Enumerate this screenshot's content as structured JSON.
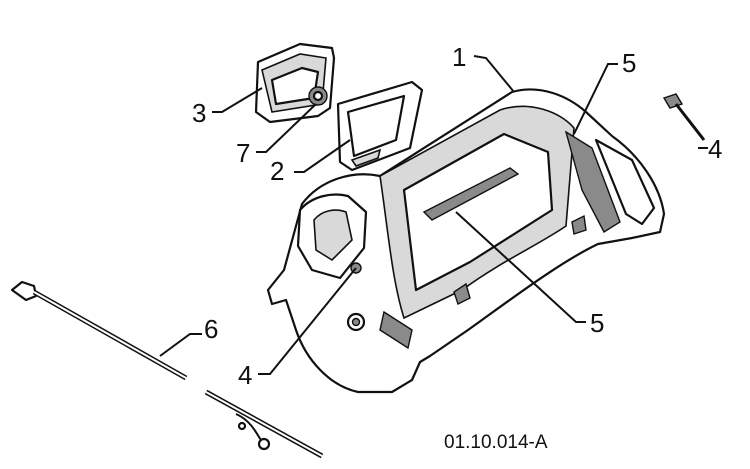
{
  "figure": {
    "reference_code": "01.10.014-A",
    "callouts": [
      {
        "id": "c1",
        "label": "1"
      },
      {
        "id": "c2",
        "label": "2"
      },
      {
        "id": "c3",
        "label": "3"
      },
      {
        "id": "c4a",
        "label": "4"
      },
      {
        "id": "c4b",
        "label": "4"
      },
      {
        "id": "c5a",
        "label": "5"
      },
      {
        "id": "c5b",
        "label": "5"
      },
      {
        "id": "c6",
        "label": "6"
      },
      {
        "id": "c7",
        "label": "7"
      }
    ]
  }
}
